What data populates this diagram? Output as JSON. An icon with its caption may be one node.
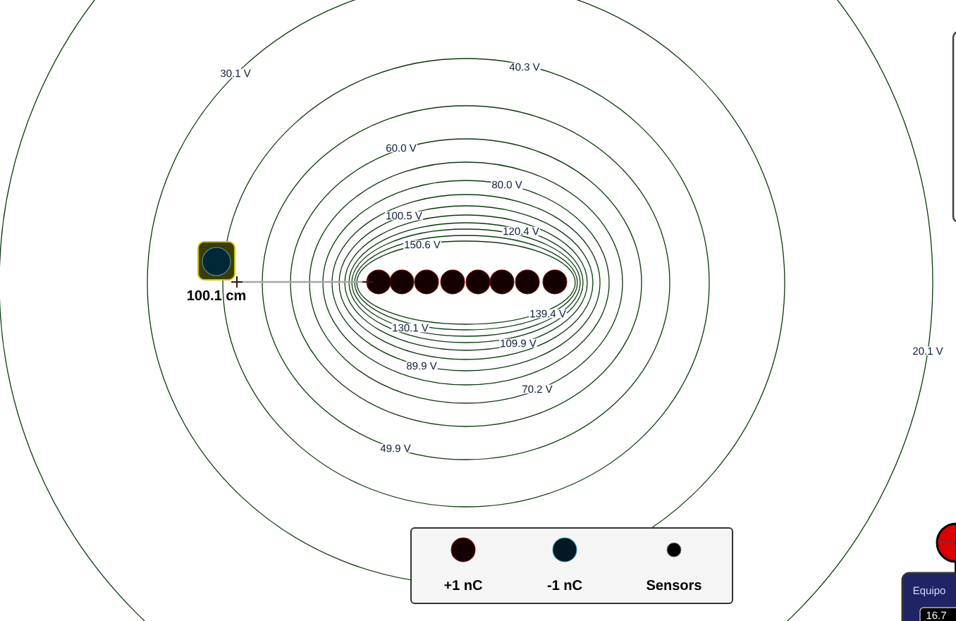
{
  "diagram": {
    "labels": [
      "30.1 V",
      "40.3 V",
      "60.0 V",
      "80.0 V",
      "100.5 V",
      "120.4 V",
      "150.6 V",
      "100.1 cm",
      "139.4 V",
      "130.1 V",
      "109.9 V",
      "20.1 V",
      "89.9 V",
      "70.2 V",
      "49.9 V",
      "Equipo",
      "16.7"
    ],
    "legend": [
      {
        "text": "+1 nC"
      },
      {
        "text": "-1 nC"
      },
      {
        "text": "Sensors"
      }
    ]
  }
}
